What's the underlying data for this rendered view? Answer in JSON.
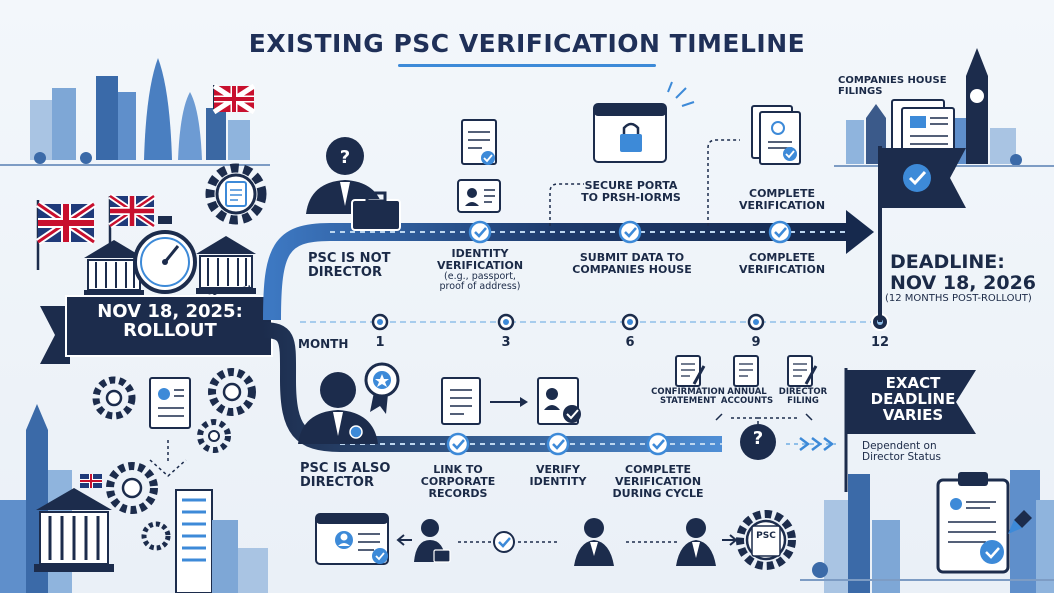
{
  "title": "EXISTING PSC VERIFICATION TIMELINE",
  "rollout": {
    "line1": "NOV 18, 2025:",
    "line2": "ROLLOUT"
  },
  "top_track": {
    "start_label": {
      "line1": "PSC IS NOT",
      "line2": "DIRECTOR"
    },
    "steps": [
      {
        "line1": "IDENTITY",
        "line2": "VERIFICATION",
        "detail1": "(e.g., passport,",
        "detail2": "proof of address)"
      },
      {
        "line1": "SUBMIT DATA TO",
        "line2": "COMPANIES HOUSE"
      },
      {
        "line1": "COMPLETE",
        "line2": "VERIFICATION"
      }
    ],
    "portal_caption": {
      "line1": "SECURE PORTA",
      "line2": "TO PRSH-IORMS"
    },
    "upper_caption": {
      "line1": "COMPLETE",
      "line2": "VERIFICATION"
    }
  },
  "month_axis": {
    "label": "MONTH",
    "ticks": [
      "1",
      "3",
      "6",
      "9",
      "12"
    ]
  },
  "deadline": {
    "line1": "DEADLINE:",
    "line2": "NOV 18, 2026",
    "line3": "(12 MONTHS POST-ROLLOUT)"
  },
  "filings_caption": {
    "line1": "COMPANIES HOUSE",
    "line2": "FILINGS"
  },
  "bottom_track": {
    "start_label": {
      "line1": "PSC IS ALSO",
      "line2": "DIRECTOR"
    },
    "steps": [
      {
        "line1": "LINK TO",
        "line2": "CORPORATE",
        "line3": "RECORDS"
      },
      {
        "line1": "VERIFY",
        "line2": "IDENTITY"
      },
      {
        "line1": "COMPLETE",
        "line2": "VERIFICATION",
        "line3": "DURING CYCLE"
      }
    ],
    "doc_labels": [
      {
        "line1": "CONFIRMATION",
        "line2": "STATEMENT"
      },
      {
        "line1": "ANNUAL",
        "line2": "ACCOUNTS"
      },
      {
        "line1": "DIRECTOR",
        "line2": "FILING"
      }
    ]
  },
  "exact_deadline": {
    "line1": "EXACT",
    "line2": "DEADLINE",
    "line3": "VARIES",
    "note1": "Dependent on",
    "note2": "Director Status"
  },
  "icon_labels": {
    "psc_badge": "PSC",
    "unknown": "?"
  },
  "colors": {
    "navy": "#1c2c4c",
    "accent_blue": "#3d8ad8",
    "light_blue": "#8fbfe9",
    "background": "#eef3f9"
  }
}
